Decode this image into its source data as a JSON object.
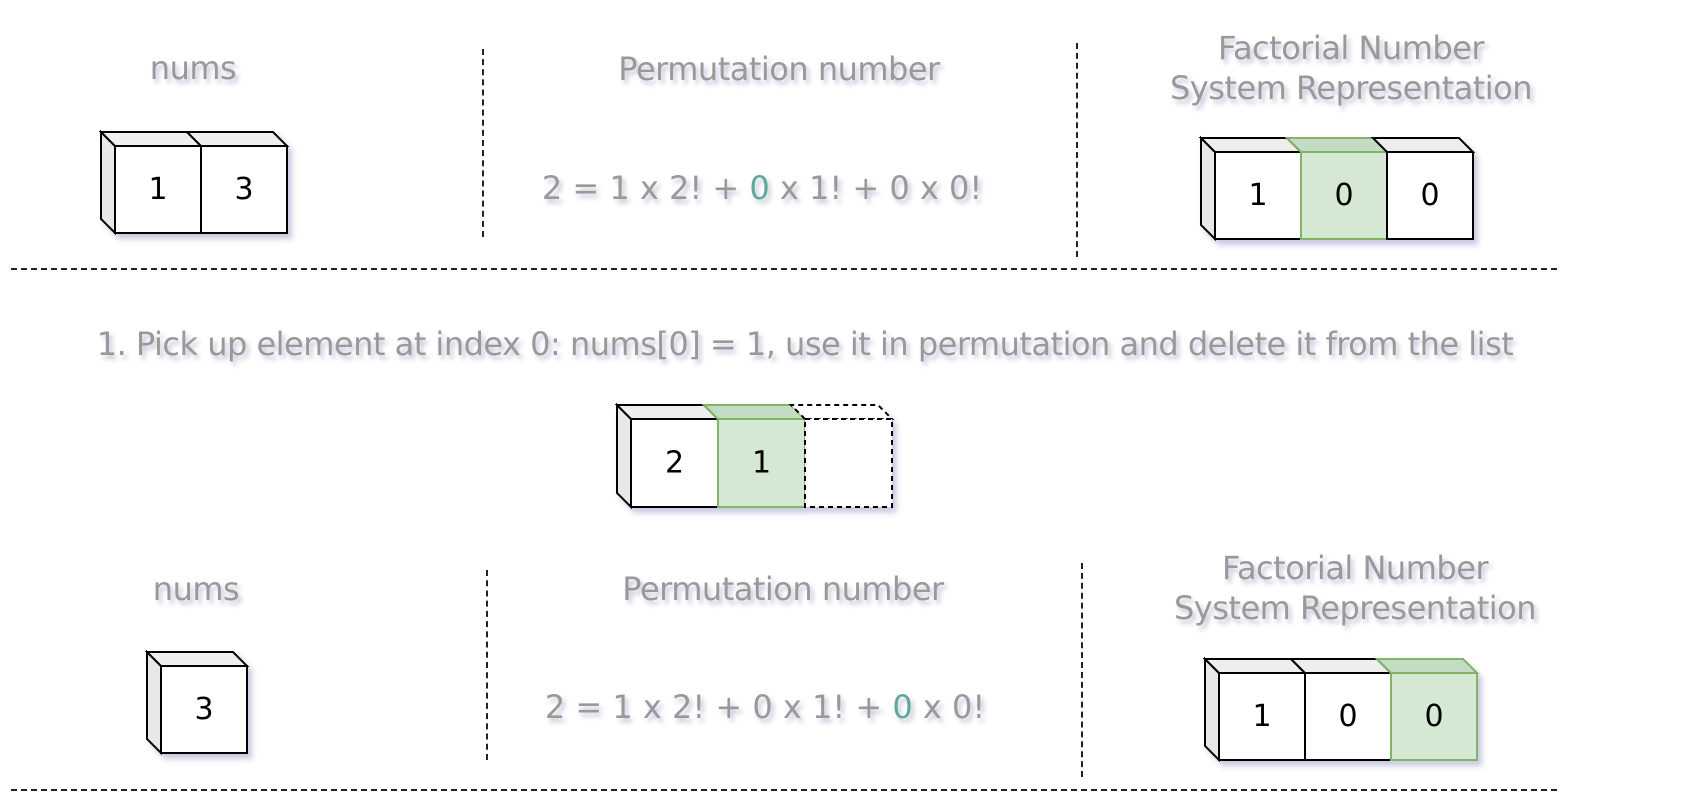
{
  "top": {
    "nums_label": "nums",
    "nums": [
      {
        "v": "1"
      },
      {
        "v": "3"
      }
    ],
    "perm_label": "Permutation number",
    "equation": [
      {
        "t": "2 = 1 x 2! + "
      },
      {
        "t": "0",
        "hl": true
      },
      {
        "t": " x 1! + 0 x 0!"
      }
    ],
    "fns_label_1": "Factorial Number",
    "fns_label_2": "System Representation",
    "fns": [
      {
        "v": "1"
      },
      {
        "v": "0",
        "hl": true
      },
      {
        "v": "0"
      }
    ]
  },
  "step": {
    "text": "1. Pick up element at index 0: nums[0] = 1, use it in permutation and delete it from the list",
    "perm": [
      {
        "v": "2"
      },
      {
        "v": "1",
        "hl": true
      },
      {
        "v": "",
        "dashed": true
      }
    ]
  },
  "bottom": {
    "nums_label": "nums",
    "nums": [
      {
        "v": "3"
      }
    ],
    "perm_label": "Permutation number",
    "equation": [
      {
        "t": "2 = 1 x 2! + 0 x 1! + "
      },
      {
        "t": "0",
        "hl": true
      },
      {
        "t": " x 0!"
      }
    ],
    "fns_label_1": "Factorial Number",
    "fns_label_2": "System Representation",
    "fns": [
      {
        "v": "1"
      },
      {
        "v": "0"
      },
      {
        "v": "0",
        "hl": true
      }
    ]
  },
  "colors": {
    "highlight_fill": "#d5e8d4",
    "highlight_stroke": "#82b366",
    "equation_highlight": "#5fa89a",
    "label": "#999999"
  }
}
